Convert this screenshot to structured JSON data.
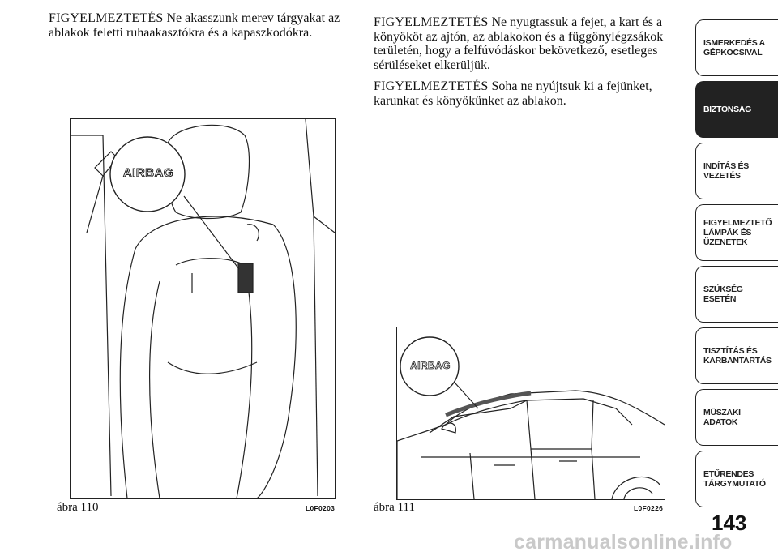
{
  "left_column": {
    "paragraphs": [
      {
        "label": "FIGYELMEZTETÉS",
        "text": "Ne akasszunk merev tárgyakat az ablakok feletti ruhaakasztókra és a kapaszkodókra."
      }
    ]
  },
  "right_column": {
    "paragraphs": [
      {
        "label": "FIGYELMEZTETÉS",
        "text": "Ne nyugtassuk a fejet, a kart és a könyököt az ajtón, az ablakokon és a függönylégzsákok területén, hogy a felfúvódáskor bekövetkező, esetleges sérüléseket elkerüljük."
      },
      {
        "label": "FIGYELMEZTETÉS",
        "text": "Soha ne nyújtsuk ki a fejünket, karunkat és könyökünket az ablakon."
      }
    ]
  },
  "figures": {
    "fig110": {
      "caption": "ábra 110",
      "code": "L0F0203",
      "badge": "AIRBAG"
    },
    "fig111": {
      "caption": "ábra 111",
      "code": "L0F0226",
      "badge": "AIRBAG"
    }
  },
  "sidebar": {
    "tabs": [
      {
        "label": "ISMERKEDÉS A GÉPKOCSIVAL",
        "active": false
      },
      {
        "label": "BIZTONSÁG",
        "active": true
      },
      {
        "label": "INDÍTÁS ÉS VEZETÉS",
        "active": false
      },
      {
        "label": "FIGYELMEZTETŐ LÁMPÁK ÉS ÜZENETEK",
        "active": false
      },
      {
        "label": "SZÜKSÉG ESETÉN",
        "active": false
      },
      {
        "label": "TISZTÍTÁS ÉS KARBANTARTÁS",
        "active": false
      },
      {
        "label": "MŰSZAKI ADATOK",
        "active": false
      },
      {
        "label": "ETŰRENDES TÁRGYMUTATÓ",
        "active": false
      }
    ]
  },
  "page_number": "143",
  "watermark": "carmanualsonline.info"
}
